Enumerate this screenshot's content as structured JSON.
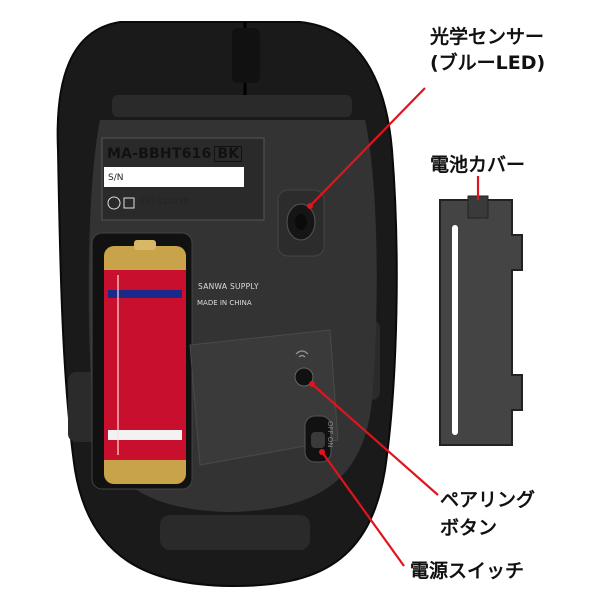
{
  "callouts": {
    "optical_sensor": [
      "光学センサー",
      "(ブルーLED)"
    ],
    "battery_cover": "電池カバー",
    "pairing_button": [
      "ペアリング",
      "ボタン"
    ],
    "power_switch": "電源スイッチ"
  },
  "product_label": {
    "model": "MA-BBHT616",
    "color_code": "BK",
    "serial_prefix": "S/N",
    "certification_number": "217-220738"
  },
  "bottom_print": {
    "brand": "SANWA SUPPLY",
    "origin": "MADE IN CHINA",
    "switch_marking": "OFF ON"
  },
  "colors": {
    "callout_line": "#e0141e",
    "mouse_body": "#1e1e1e",
    "mouse_panel": "#3a3a3a",
    "battery_red": "#c8102e",
    "battery_gold": "#c9a34a"
  }
}
